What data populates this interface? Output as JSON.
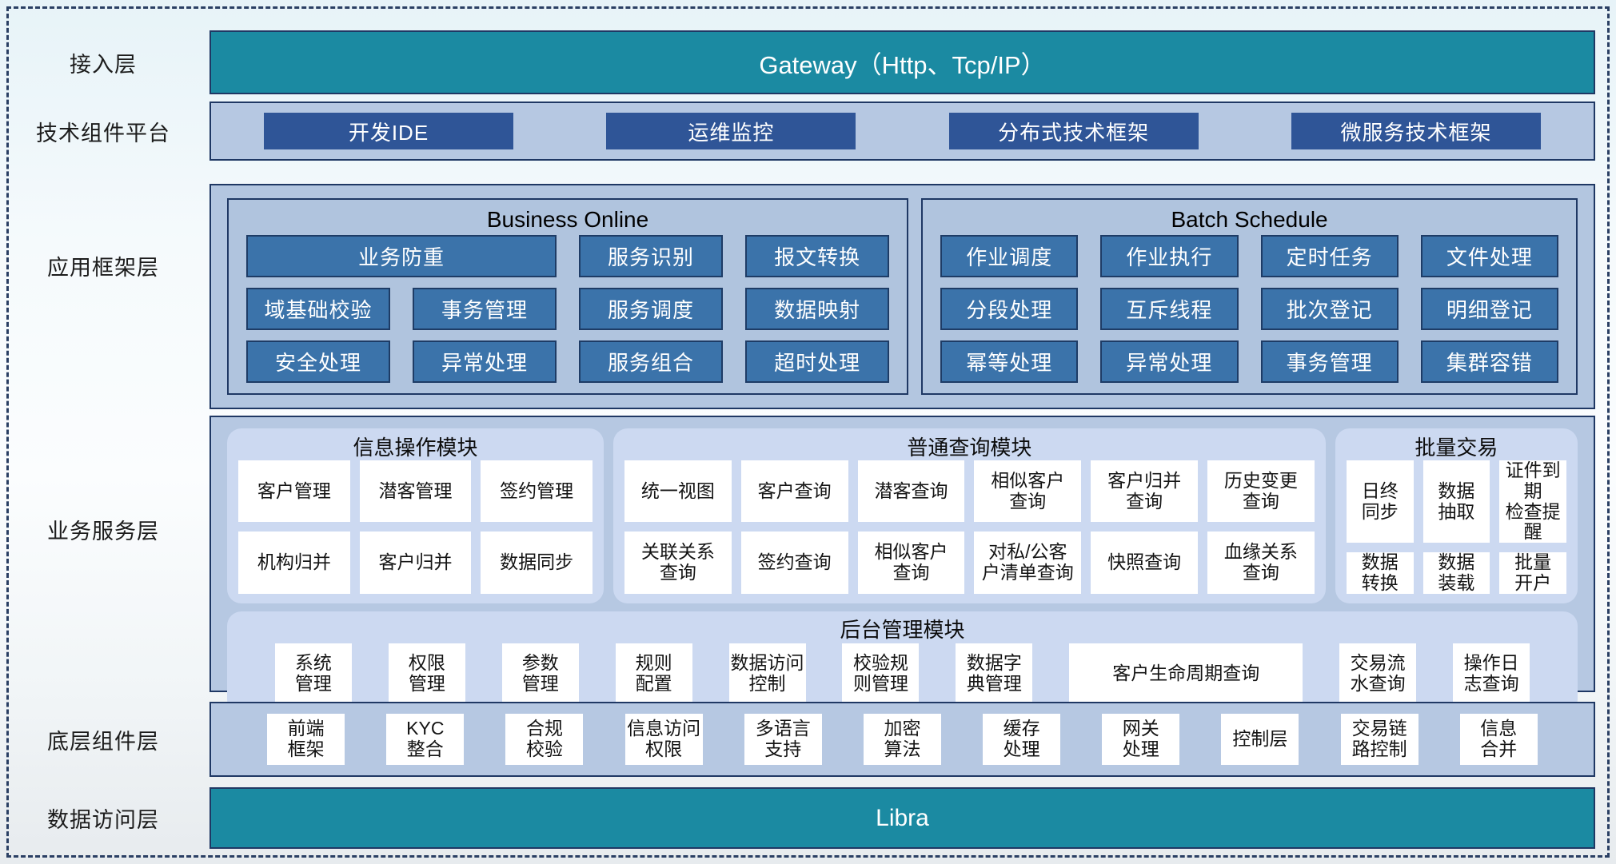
{
  "colors": {
    "teal": "#1b8aa2",
    "dark_navy_border": "#1f3864",
    "dark_blue_button": "#2f5597",
    "medium_blue_button": "#3b73aa",
    "panel_background": "#b6c8e2",
    "module_container": "#ccd9f1",
    "white_box": "#ffffff"
  },
  "layer_labels": {
    "access": "接入层",
    "tech": "技术组件平台",
    "app": "应用框架层",
    "business": "业务服务层",
    "base": "底层组件层",
    "data": "数据访问层"
  },
  "access": {
    "title": "Gateway（Http、Tcp/IP）"
  },
  "tech": {
    "buttons": [
      "开发IDE",
      "运维监控",
      "分布式技术框架",
      "微服务技术框架"
    ]
  },
  "app": {
    "business_online": {
      "title": "Business Online",
      "wide": "业务防重",
      "row1": [
        "服务识别",
        "报文转换"
      ],
      "row2": [
        "域基础校验",
        "事务管理",
        "服务调度",
        "数据映射"
      ],
      "row3": [
        "安全处理",
        "异常处理",
        "服务组合",
        "超时处理"
      ]
    },
    "batch_schedule": {
      "title": "Batch Schedule",
      "row1": [
        "作业调度",
        "作业执行",
        "定时任务",
        "文件处理"
      ],
      "row2": [
        "分段处理",
        "互斥线程",
        "批次登记",
        "明细登记"
      ],
      "row3": [
        "幂等处理",
        "异常处理",
        "事务管理",
        "集群容错"
      ]
    }
  },
  "business": {
    "info_module": {
      "title": "信息操作模块",
      "row1": [
        "客户管理",
        "潜客管理",
        "签约管理"
      ],
      "row2": [
        "机构归并",
        "客户归并",
        "数据同步"
      ]
    },
    "query_module": {
      "title": "普通查询模块",
      "row1": [
        "统一视图",
        "客户查询",
        "潜客查询",
        "相似客户\n查询",
        "客户归并\n查询",
        "历史变更\n查询"
      ],
      "row2": [
        "关联关系\n查询",
        "签约查询",
        "相似客户\n查询",
        "对私/公客\n户清单查询",
        "快照查询",
        "血缘关系\n查询"
      ]
    },
    "batch_module": {
      "title": "批量交易",
      "row1": [
        "日终\n同步",
        "数据\n抽取",
        "证件到期\n检查提醒"
      ],
      "row2": [
        "数据\n转换",
        "数据\n装载",
        "批量\n开户"
      ]
    },
    "admin_module": {
      "title": "后台管理模块",
      "items": [
        "系统\n管理",
        "权限\n管理",
        "参数\n管理",
        "规则\n配置",
        "数据访问\n控制",
        "校验规\n则管理",
        "数据字\n典管理",
        "客户生命周期查询",
        "交易流\n水查询",
        "操作日\n志查询"
      ]
    }
  },
  "base": {
    "items": [
      "前端\n框架",
      "KYC\n整合",
      "合规\n校验",
      "信息访问\n权限",
      "多语言\n支持",
      "加密\n算法",
      "缓存\n处理",
      "网关\n处理",
      "控制层",
      "交易链\n路控制",
      "信息\n合并"
    ]
  },
  "data_access": {
    "title": "Libra"
  }
}
